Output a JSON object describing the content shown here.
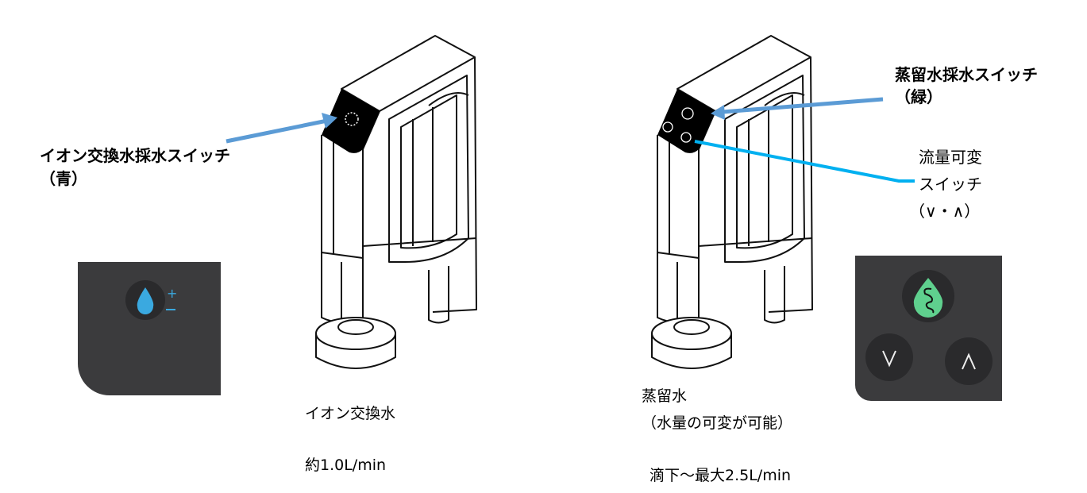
{
  "left": {
    "switch_label": "イオン交換水採水スイッチ",
    "switch_color": "（青）",
    "water_type": "イオン交換水",
    "flow_rate": "約1.0L/min",
    "icon": "water-drop-plus-minus-icon",
    "accent": "#5b9bd5"
  },
  "right": {
    "switch_label": "蒸留水採水スイッチ",
    "switch_color": "（緑）",
    "flow_switch_line1": "流量可変",
    "flow_switch_line2": "スイッチ",
    "flow_switch_line3": "（∨・∧）",
    "water_type": "蒸留水",
    "water_note": "（水量の可変が可能）",
    "flow_rate": "滴下～最大2.5L/min",
    "icon": "distilled-drop-icon",
    "accent": "#00b0f0",
    "drop_color": "#5fd08e"
  }
}
